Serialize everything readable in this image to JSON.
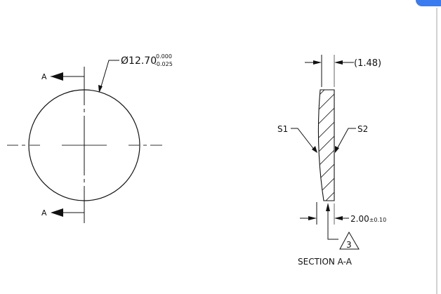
{
  "drawing": {
    "front_view": {
      "diameter_label": "Ø12.70",
      "diameter_symbol": "Ø",
      "diameter_value": "12.70",
      "tol_upper": "0.000",
      "tol_lower": "-0.025",
      "section_marker_top": "A",
      "section_marker_bottom": "A"
    },
    "section_view": {
      "thickness_ref": "(1.48)",
      "surface_left": "S1",
      "surface_right": "S2",
      "edge_thickness_value": "2.00",
      "edge_thickness_tol": "±0.10",
      "note_flag": "3",
      "title": "SECTION A-A"
    }
  },
  "colors": {
    "line": "#111111",
    "accent_badge": "#3b7bf0",
    "side_rule": "#d2d2d2"
  }
}
